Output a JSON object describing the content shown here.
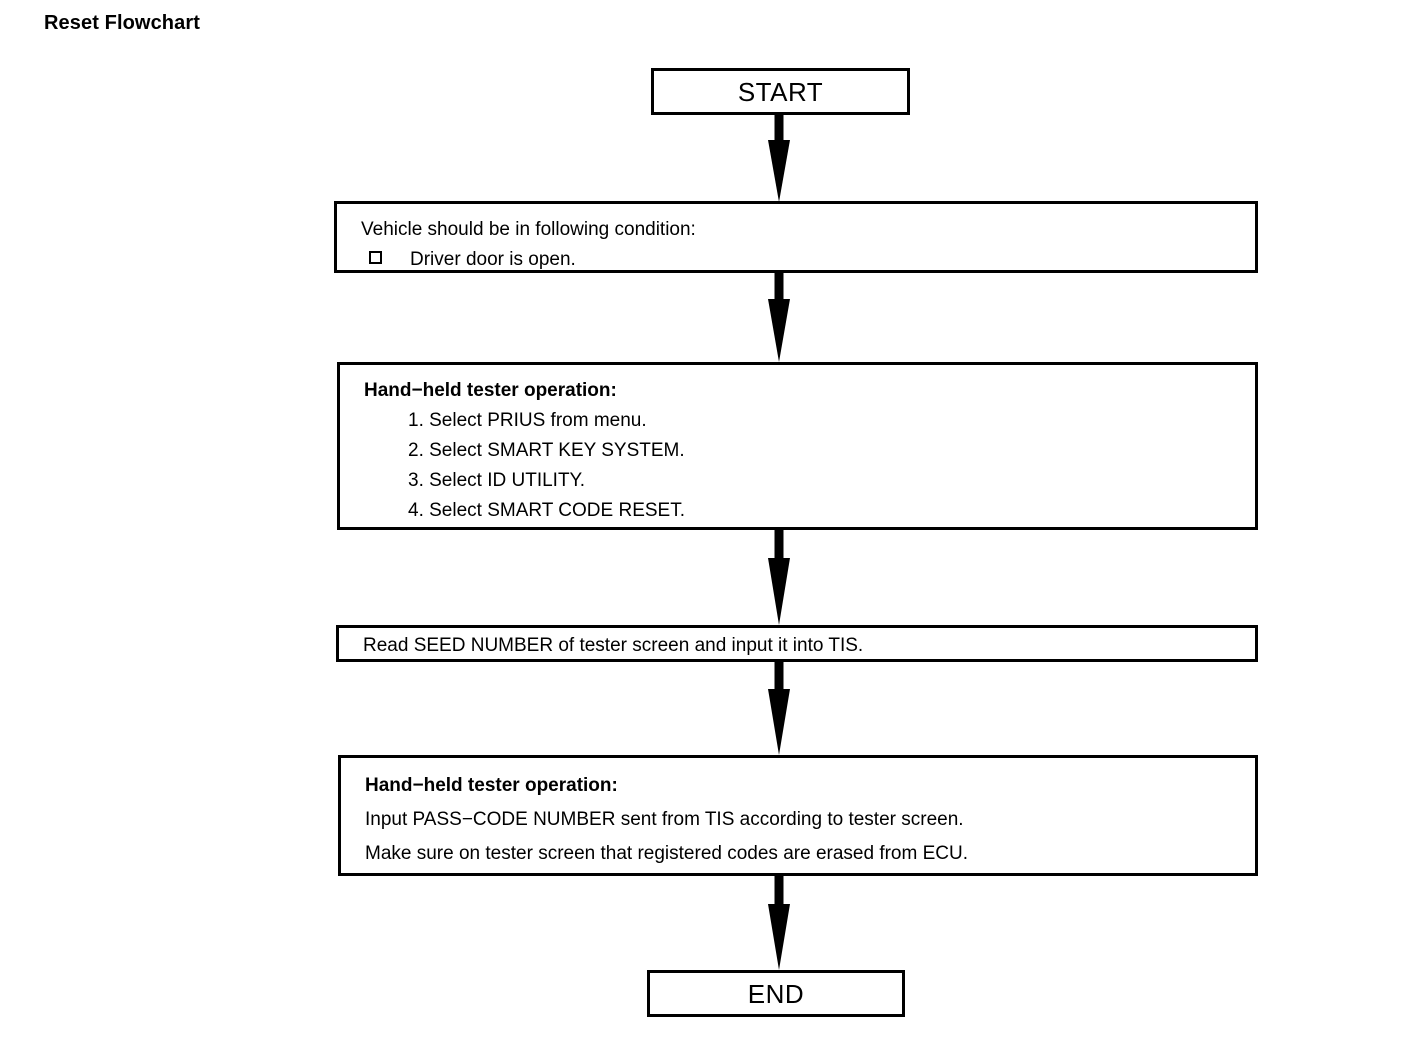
{
  "document": {
    "title": "Reset Flowchart"
  },
  "chart_data": {
    "type": "diagram",
    "diagram_kind": "flowchart",
    "orientation": "top-to-bottom",
    "title": "Reset Flowchart",
    "nodes": [
      {
        "id": "start",
        "shape": "terminal",
        "label": "START"
      },
      {
        "id": "condition",
        "shape": "process",
        "heading": "Vehicle should be in following condition:",
        "bullets": [
          "Driver door is open."
        ]
      },
      {
        "id": "tester-operation-1",
        "shape": "process",
        "heading": "Hand−held tester operation:",
        "steps": [
          "1. Select PRIUS from menu.",
          "2. Select SMART KEY SYSTEM.",
          "3. Select ID UTILITY.",
          "4. Select SMART CODE RESET."
        ]
      },
      {
        "id": "read-seed",
        "shape": "process",
        "text": "Read SEED NUMBER of tester screen and input it into TIS."
      },
      {
        "id": "tester-operation-2",
        "shape": "process",
        "heading": "Hand−held tester operation:",
        "lines": [
          "Input PASS−CODE NUMBER sent from TIS according to tester screen.",
          "Make sure on tester screen that registered codes are erased from ECU."
        ]
      },
      {
        "id": "end",
        "shape": "terminal",
        "label": "END"
      }
    ],
    "edges": [
      {
        "from": "start",
        "to": "condition",
        "style": "tapered-arrow-down"
      },
      {
        "from": "condition",
        "to": "tester-operation-1",
        "style": "tapered-arrow-down"
      },
      {
        "from": "tester-operation-1",
        "to": "read-seed",
        "style": "tapered-arrow-down"
      },
      {
        "from": "read-seed",
        "to": "tester-operation-2",
        "style": "tapered-arrow-down"
      },
      {
        "from": "tester-operation-2",
        "to": "end",
        "style": "tapered-arrow-down"
      }
    ],
    "colors": {
      "stroke": "#000000",
      "fill": "#ffffff",
      "text": "#000000"
    }
  }
}
